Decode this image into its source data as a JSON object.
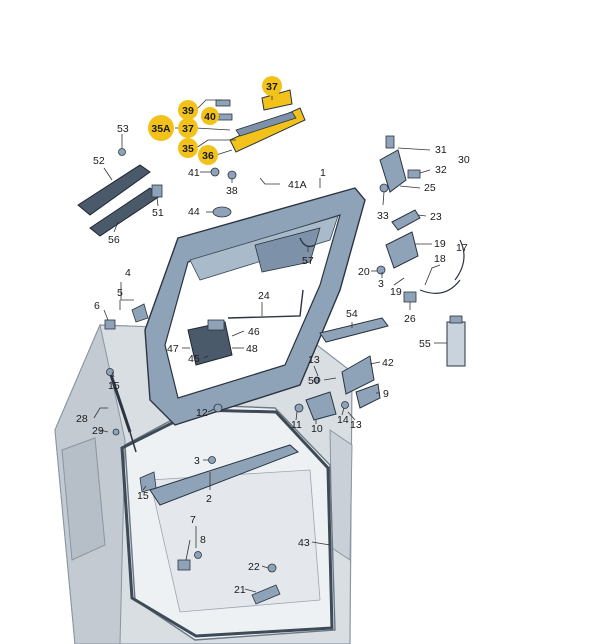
{
  "colors": {
    "car_fill": "#d9dee3",
    "car_shade": "#c3cad1",
    "part_blue": "#8fa3b8",
    "part_dark": "#4a5a6b",
    "highlight": "#f2c21b",
    "line": "#333333"
  },
  "labels": {
    "l37a": "37",
    "l39": "39",
    "l40": "40",
    "l35a": "35A",
    "l37b": "37",
    "l35": "35",
    "l36": "36",
    "l53": "53",
    "l52": "52",
    "l41": "41",
    "l38": "38",
    "l41a": "41A",
    "l1": "1",
    "l31": "31",
    "l30": "30",
    "l32": "32",
    "l25": "25",
    "l33": "33",
    "l23": "23",
    "l51": "51",
    "l44": "44",
    "l56": "56",
    "l19": "19",
    "l17": "17",
    "l18": "18",
    "l57": "57",
    "l20": "20",
    "l4": "4",
    "l5": "5",
    "l6": "6",
    "l3a": "3",
    "l24": "24",
    "l19b": "19",
    "l26": "26",
    "l54": "54",
    "l55": "55",
    "l46": "46",
    "l47": "47",
    "l48": "48",
    "l45": "45",
    "l13a": "13",
    "l42": "42",
    "l15a": "15",
    "l50": "50",
    "l9": "9",
    "l28": "28",
    "l29": "29",
    "l12": "12",
    "l11": "11",
    "l10": "10",
    "l14": "14",
    "l13b": "13",
    "l3b": "3",
    "l2": "2",
    "l15b": "15",
    "l7": "7",
    "l8": "8",
    "l43": "43",
    "l22": "22",
    "l21": "21"
  }
}
